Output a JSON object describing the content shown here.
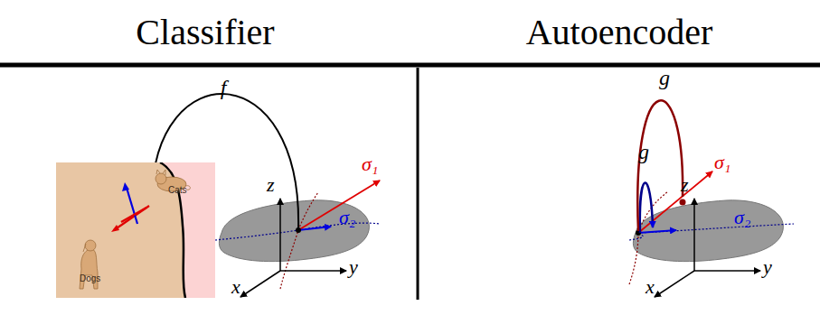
{
  "diagram": {
    "nodes": [
      {
        "text": [
          "Cats",
          "Dogs"
        ]
      }
    ],
    "labels": [
      "Classifier",
      "Autoencoder",
      "f",
      "σ₁",
      "σ₂",
      "z",
      "y",
      "x",
      "g",
      "g",
      "σ₁",
      "σ₂",
      "z",
      "y",
      "x"
    ]
  }
}
